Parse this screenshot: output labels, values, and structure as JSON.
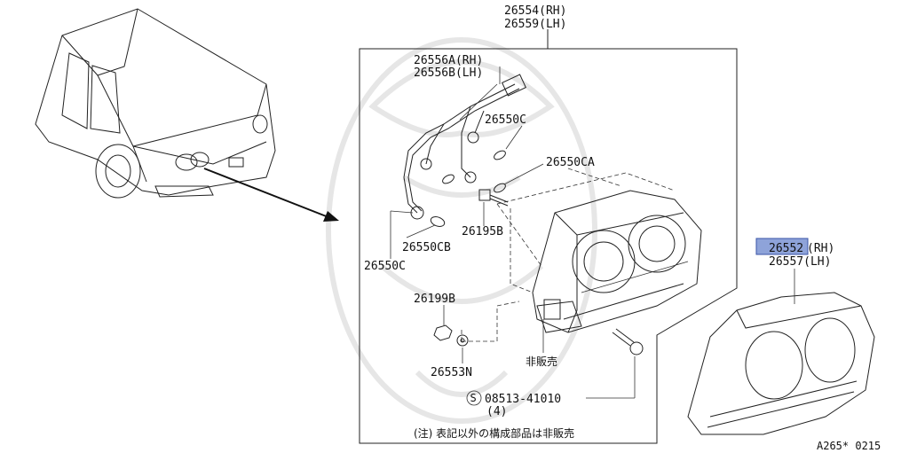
{
  "labels": {
    "assembly_rh": "26554(RH)",
    "assembly_lh": "26559(LH)",
    "harness_rh": "26556A(RH)",
    "harness_lh": "26556B(LH)",
    "bulb_c_top": "26550C",
    "bulb_ca": "26550CA",
    "screw_b": "26195B",
    "bulb_cb": "26550CB",
    "bulb_c_bottom": "26550C",
    "nut": "26199B",
    "washer": "26553N",
    "not_sold": "非販売",
    "bolt_symbol": "S",
    "bolt_number": "08513-41010",
    "bolt_qty": "(4)",
    "lens_rh_highlight": "26552",
    "lens_rh_suffix": "(RH)",
    "lens_lh": "26557(LH)",
    "footnote": "(注) 表記以外の構成部品は非販売",
    "diagram_code": "A265* 0215"
  },
  "colors": {
    "highlight_fill": "#8ea3d9",
    "highlight_stroke": "#3b55a8"
  }
}
